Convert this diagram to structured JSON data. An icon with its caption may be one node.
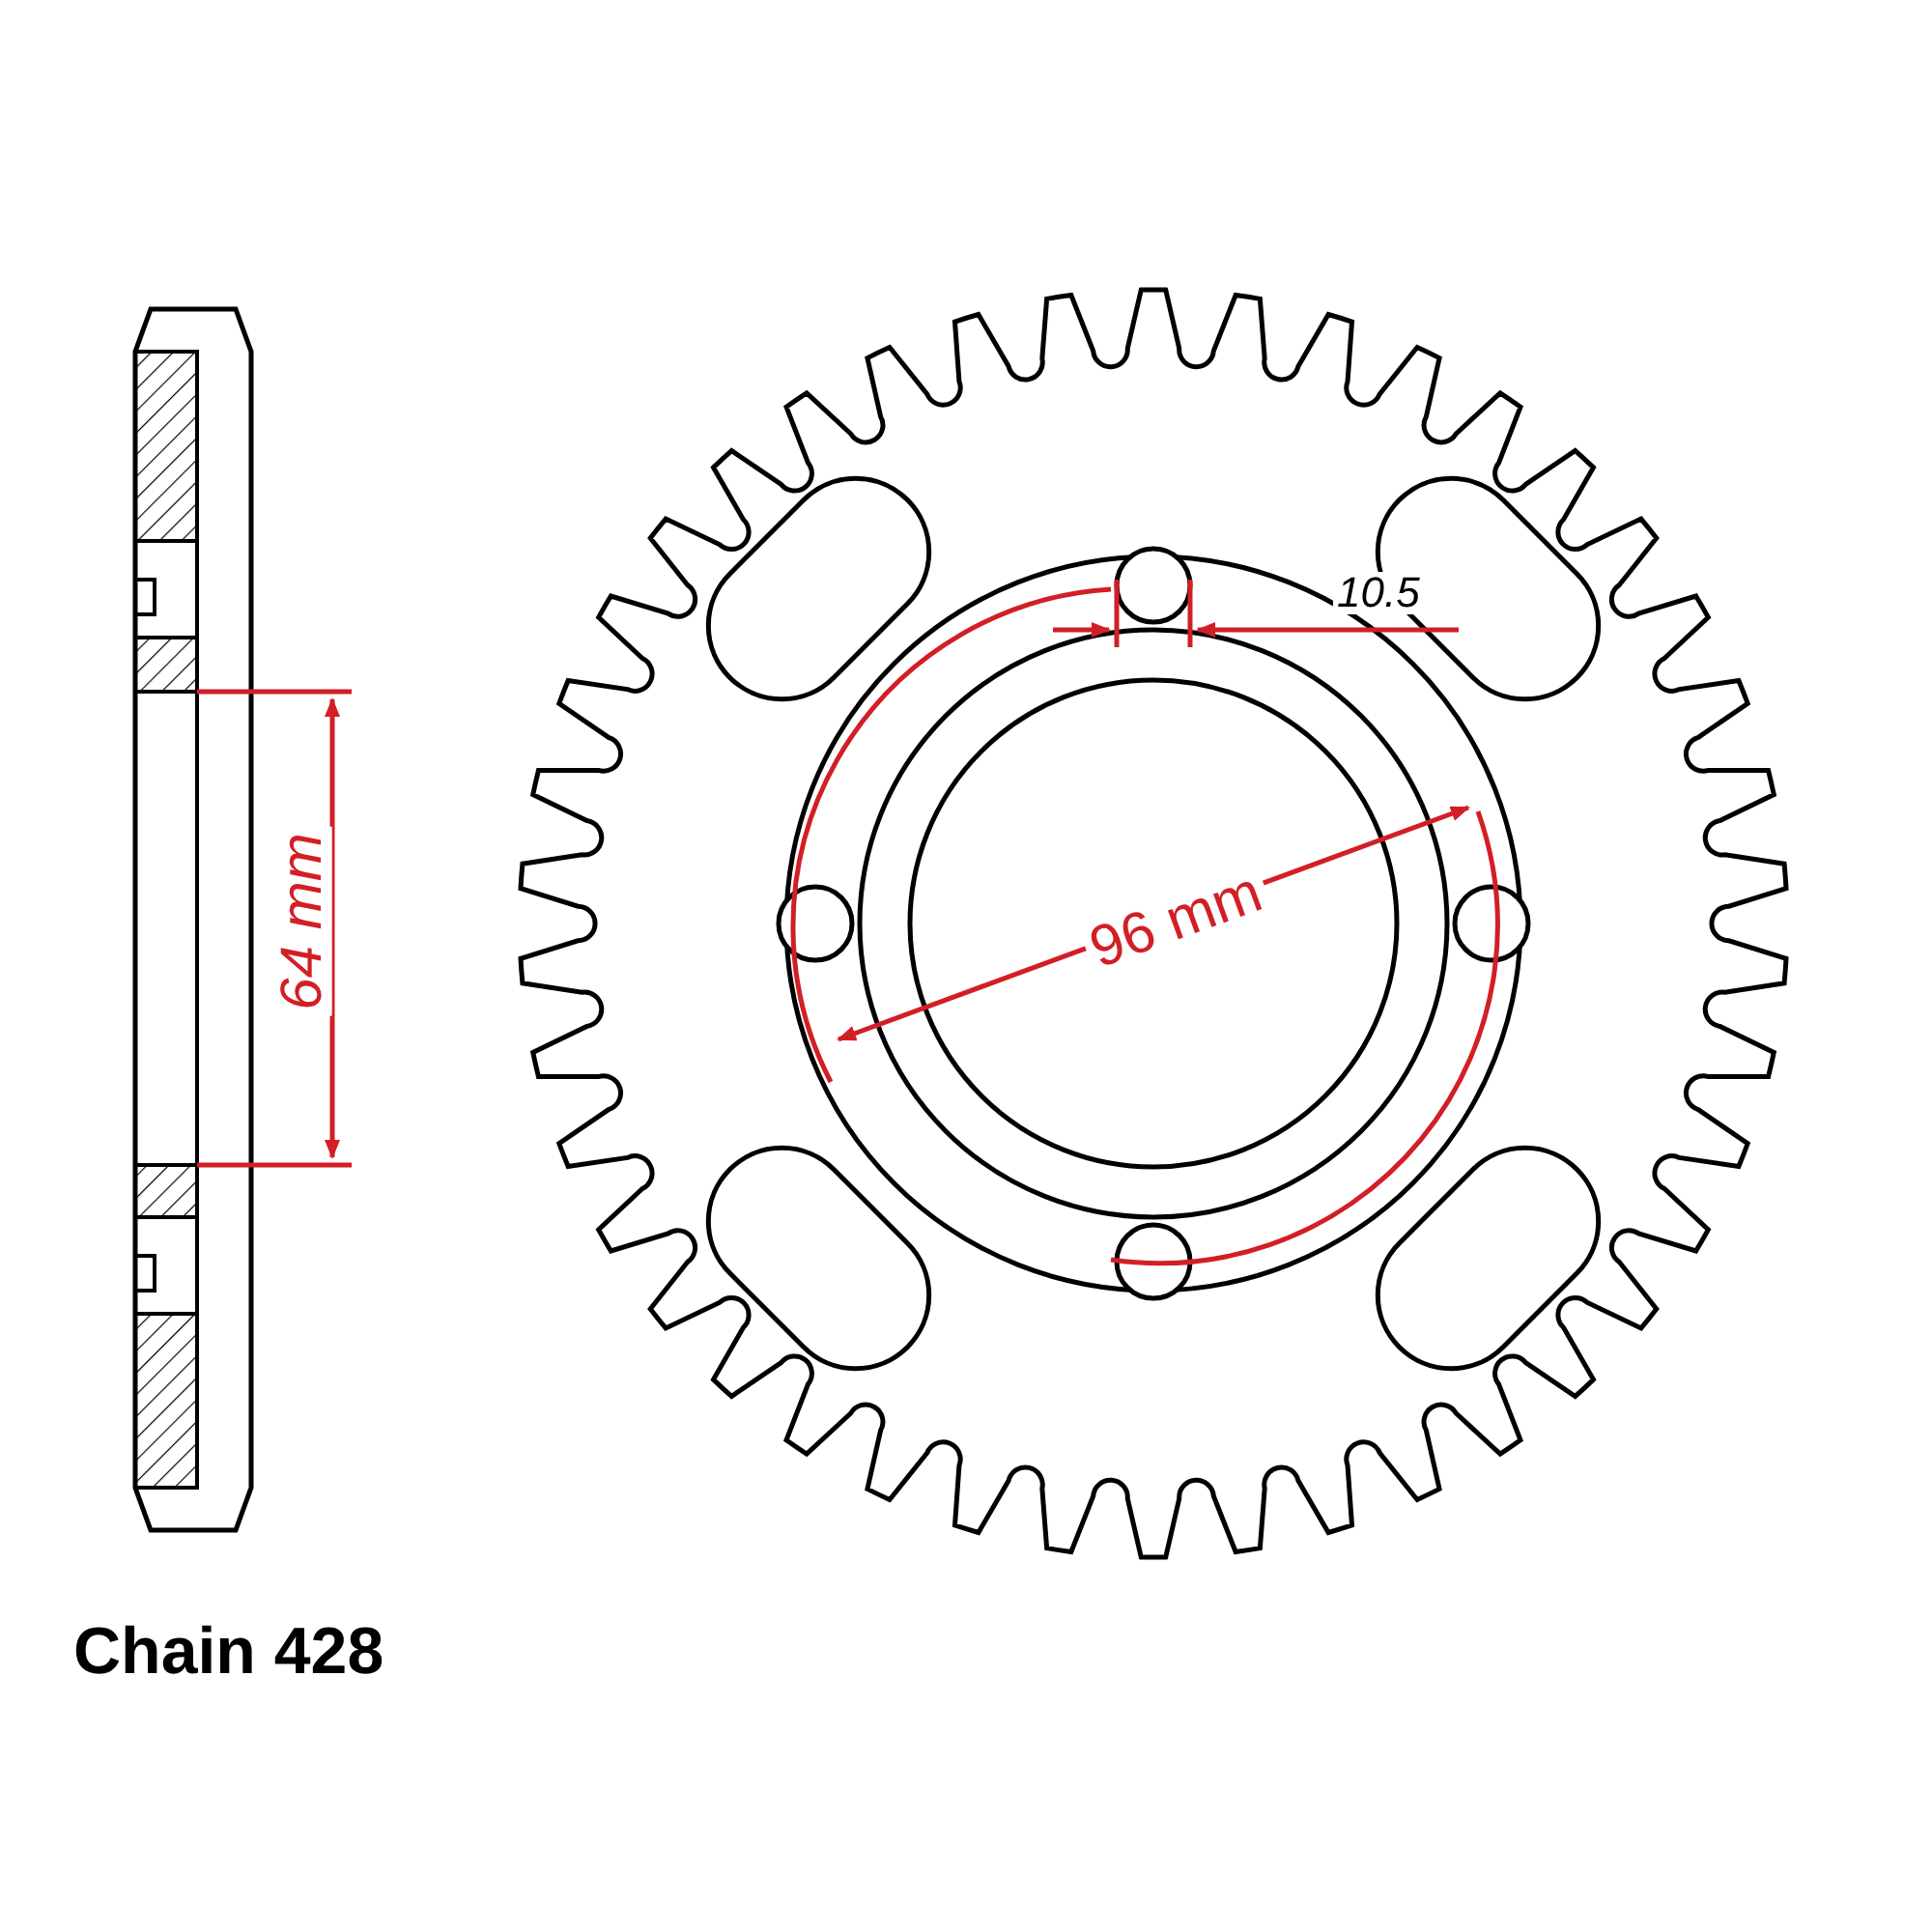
{
  "diagram": {
    "labels": [
      "10.5",
      "96 mm",
      "64 mm",
      "Chain 428"
    ]
  }
}
